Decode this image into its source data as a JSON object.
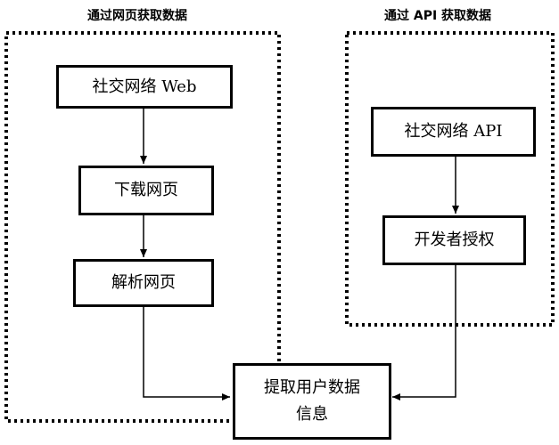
{
  "titles": {
    "web": "通过网页获取数据",
    "api": "通过 API 获取数据"
  },
  "nodes": {
    "social_web": "社交网络 Web",
    "download_page": "下载网页",
    "parse_page": "解析网页",
    "social_api": "社交网络 API",
    "developer_auth": "开发者授权",
    "extract_line1": "提取用户数据",
    "extract_line2": "信息"
  },
  "edges": [
    {
      "from": "social_web",
      "to": "download_page"
    },
    {
      "from": "download_page",
      "to": "parse_page"
    },
    {
      "from": "social_api",
      "to": "developer_auth"
    },
    {
      "from": "parse_page",
      "to": "extract_user_data"
    },
    {
      "from": "developer_auth",
      "to": "extract_user_data"
    }
  ]
}
